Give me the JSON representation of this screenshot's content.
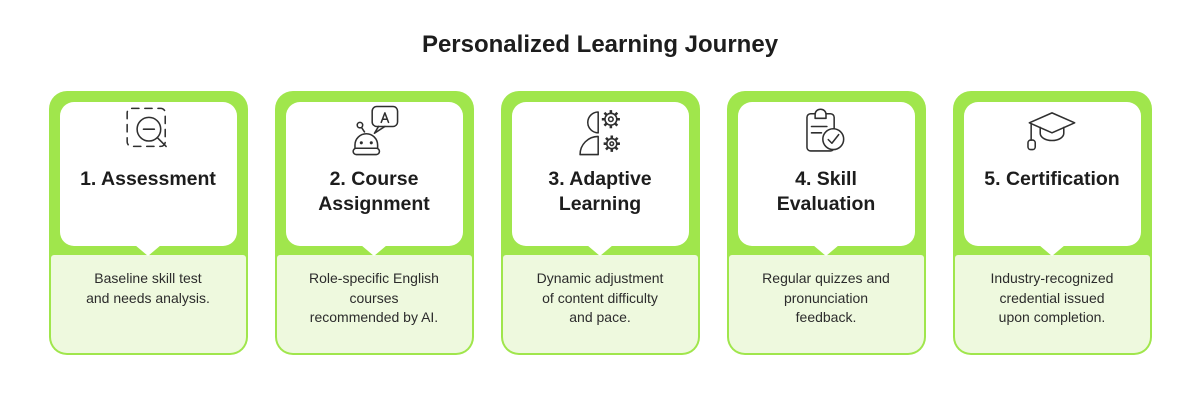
{
  "page": {
    "title": "Personalized Learning Journey"
  },
  "colors": {
    "card_green": "#a0e64c",
    "card_pale": "#eef9de",
    "text_dark": "#1d1d1d",
    "icon_stroke": "#2f2f2f"
  },
  "steps": [
    {
      "icon": "scan-search-icon",
      "title": "1. Assessment",
      "description": "Baseline skill test\nand needs analysis."
    },
    {
      "icon": "ai-robot-chat-icon",
      "title": "2. Course\nAssignment",
      "description": "Role-specific English\ncourses\nrecommended by AI."
    },
    {
      "icon": "person-gears-icon",
      "title": "3. Adaptive\nLearning",
      "description": "Dynamic adjustment\nof content difficulty\nand pace."
    },
    {
      "icon": "clipboard-check-icon",
      "title": "4. Skill\nEvaluation",
      "description": "Regular quizzes and\npronunciation\nfeedback."
    },
    {
      "icon": "graduation-cap-icon",
      "title": "5. Certification",
      "description": "Industry-recognized\ncredential issued\nupon completion."
    }
  ]
}
